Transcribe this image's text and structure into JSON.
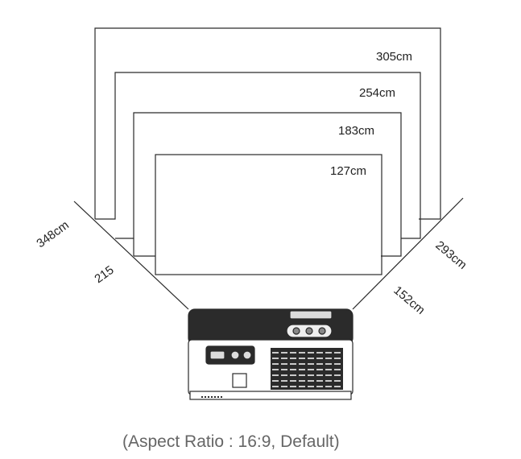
{
  "screens": [
    {
      "id": "screen-305",
      "label": "305cm"
    },
    {
      "id": "screen-254",
      "label": "254cm"
    },
    {
      "id": "screen-183",
      "label": "183cm"
    },
    {
      "id": "screen-127",
      "label": "127cm"
    }
  ],
  "distances": {
    "left_far": "348cm",
    "left_near": "215",
    "right_far": "293cm",
    "right_near": "152cm"
  },
  "caption": "(Aspect Ratio : 16:9, Default)",
  "colors": {
    "line": "#2a2a2a",
    "caption": "#666666"
  }
}
